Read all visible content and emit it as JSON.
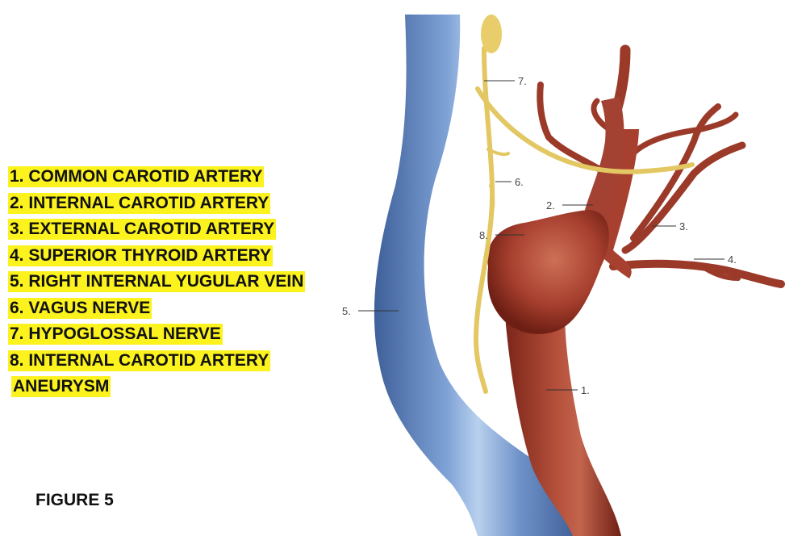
{
  "legend": {
    "items": [
      "1. COMMON CAROTID ARTERY",
      "2. INTERNAL CAROTID ARTERY",
      "3. EXTERNAL CAROTID ARTERY",
      "4. SUPERIOR THYROID ARTERY",
      "5. RIGHT INTERNAL YUGULAR VEIN",
      "6. VAGUS NERVE",
      "7. HYPOGLOSSAL NERVE",
      "8. INTERNAL CAROTID ARTERY",
      "ANEURYSM"
    ]
  },
  "figure_label": "FIGURE 5",
  "callouts": {
    "c1": "1.",
    "c2": "2.",
    "c3": "3.",
    "c4": "4.",
    "c5": "5.",
    "c6": "6.",
    "c7": "7.",
    "c8": "8."
  },
  "colors": {
    "highlight": "#fbf21e",
    "vein": "#6f93c9",
    "artery": "#a8402f",
    "nerve": "#e8cd6a"
  }
}
